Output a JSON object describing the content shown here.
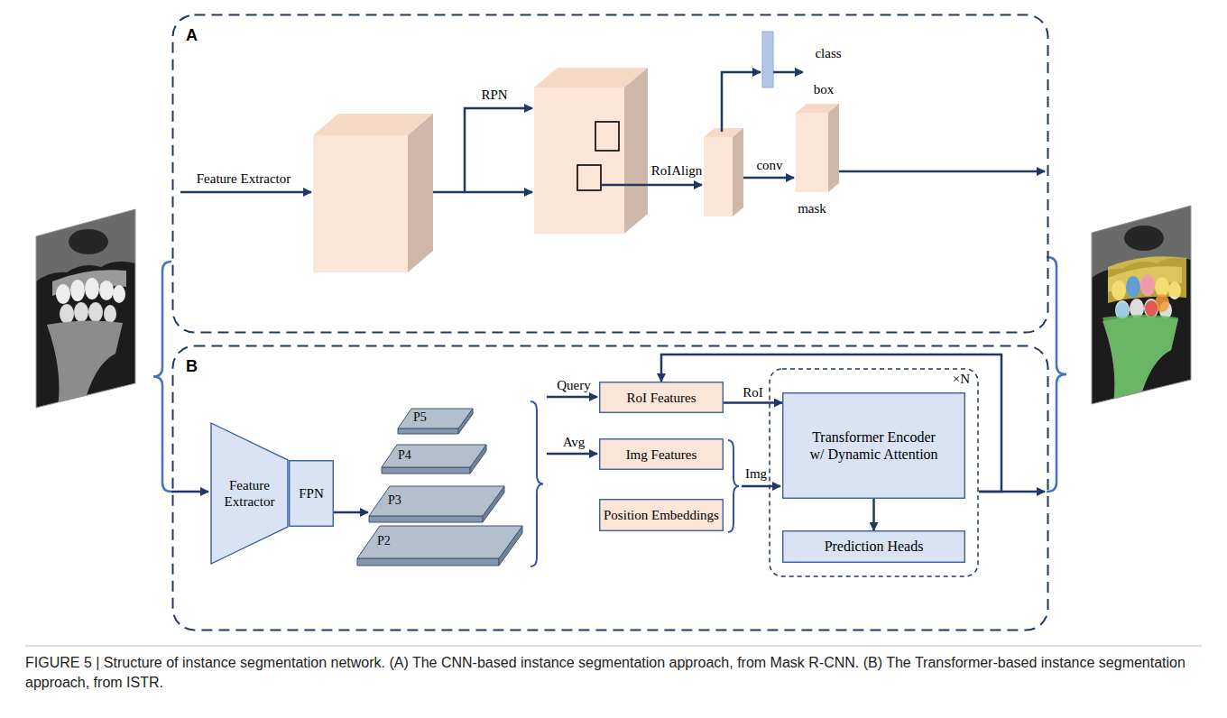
{
  "diagram": {
    "caption": "FIGURE 5 | Structure of instance segmentation network. (A) The CNN-based instance segmentation approach, from Mask R-CNN. (B) The Transformer-based instance segmentation approach, from ISTR.",
    "nodes": [
      {
        "text": [
          "A"
        ]
      },
      {
        "text": [
          "B"
        ]
      },
      {
        "text": [
          "Feature Extractor"
        ],
        "in": 1
      },
      {
        "text": [
          "FPN"
        ],
        "in": 1
      },
      {
        "text": [
          "P5"
        ],
        "in": 1
      },
      {
        "text": [
          "P4"
        ],
        "in": 1
      },
      {
        "text": [
          "P3"
        ],
        "in": 1
      },
      {
        "text": [
          "P2"
        ],
        "in": 1
      },
      {
        "text": [
          "RoI Features"
        ],
        "in": 1
      },
      {
        "text": [
          "Img Features"
        ],
        "in": 1
      },
      {
        "text": [
          "Position Embeddings"
        ],
        "in": 1
      },
      {
        "text": [
          "×N"
        ],
        "in": 1
      },
      {
        "text": [
          "Transformer Encoder w/ Dynamic Attention"
        ],
        "in": 11
      },
      {
        "text": [
          "Prediction Heads"
        ],
        "in": 11
      }
    ],
    "edges": [
      {
        "from": 3,
        "to": 6,
        "arrow": "to"
      },
      {
        "from": 8,
        "to": 12,
        "label": "RoI",
        "arrow": "to"
      },
      {
        "from": 12,
        "to": 13,
        "arrow": "to"
      },
      {
        "from": 11,
        "to": 8,
        "arrow": "to"
      }
    ],
    "labels": [
      "Feature Extractor",
      "RPN",
      "RoIAlign",
      "class",
      "box",
      "conv",
      "mask",
      "Query",
      "Avg",
      "Img"
    ]
  }
}
